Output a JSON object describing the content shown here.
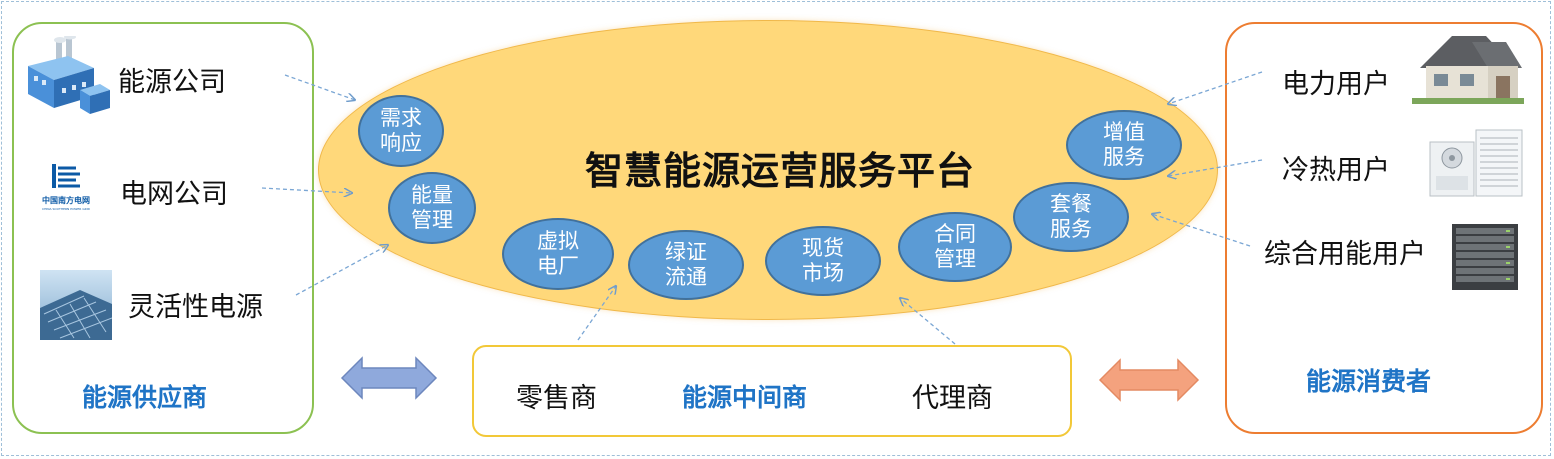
{
  "platform": {
    "title": "智慧能源运营服务平台",
    "services": [
      {
        "line1": "需求",
        "line2": "响应"
      },
      {
        "line1": "能量",
        "line2": "管理"
      },
      {
        "line1": "虚拟",
        "line2": "电厂"
      },
      {
        "line1": "绿证",
        "line2": "流通"
      },
      {
        "line1": "现货",
        "line2": "市场"
      },
      {
        "line1": "合同",
        "line2": "管理"
      },
      {
        "line1": "套餐",
        "line2": "服务"
      },
      {
        "line1": "增值",
        "line2": "服务"
      }
    ]
  },
  "supply": {
    "title": "能源供应商",
    "items": [
      {
        "label": "能源公司",
        "icon": "factory-icon"
      },
      {
        "label": "电网公司",
        "icon": "china-southern-grid-logo"
      },
      {
        "label": "灵活性电源",
        "icon": "solar-panel-icon"
      }
    ],
    "logo_text": "中国南方电网",
    "logo_subtext": "CHINA SOUTHERN POWER GRID"
  },
  "intermediary": {
    "title": "能源中间商",
    "left": "零售商",
    "right": "代理商"
  },
  "consumer": {
    "title": "能源消费者",
    "items": [
      {
        "label": "电力用户",
        "icon": "house-icon"
      },
      {
        "label": "冷热用户",
        "icon": "hvac-unit-icon"
      },
      {
        "label": "综合用能用户",
        "icon": "server-rack-icon"
      }
    ]
  },
  "colors": {
    "platform_fill": "#ffd87a",
    "bubble_fill": "#5b9bd5",
    "title_blue": "#1f74c6",
    "supply_border": "#8cc152",
    "consumer_border": "#ed7d31",
    "middle_border": "#f2c838",
    "arrow_left_fill": "#8fa9dc",
    "arrow_right_fill": "#f4a27e"
  }
}
